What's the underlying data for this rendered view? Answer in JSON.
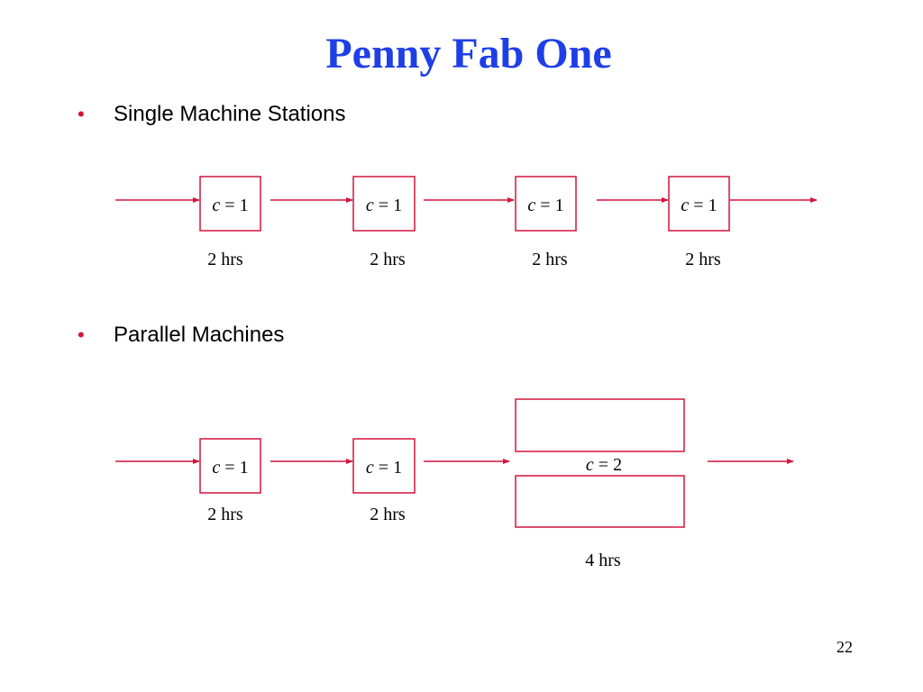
{
  "slide": {
    "title": "Penny Fab One",
    "page_number": "22"
  },
  "bullets": [
    {
      "marker": "•",
      "text": "Single Machine Stations"
    },
    {
      "marker": "•",
      "text": "Parallel Machines"
    }
  ],
  "colors": {
    "title": "#1f3fe6",
    "accent": "#d4143c",
    "text": "#000000"
  },
  "single_line": {
    "stations": [
      {
        "var": "c",
        "eq": " = 1",
        "time": "2 hrs"
      },
      {
        "var": "c",
        "eq": " = 1",
        "time": "2 hrs"
      },
      {
        "var": "c",
        "eq": " = 1",
        "time": "2 hrs"
      },
      {
        "var": "c",
        "eq": " = 1",
        "time": "2 hrs"
      }
    ]
  },
  "parallel_line": {
    "stations": [
      {
        "var": "c",
        "eq": " = 1",
        "time": "2 hrs"
      },
      {
        "var": "c",
        "eq": " = 1",
        "time": "2 hrs"
      },
      {
        "var": "c",
        "eq": " = 2",
        "time": "4 hrs"
      }
    ]
  }
}
